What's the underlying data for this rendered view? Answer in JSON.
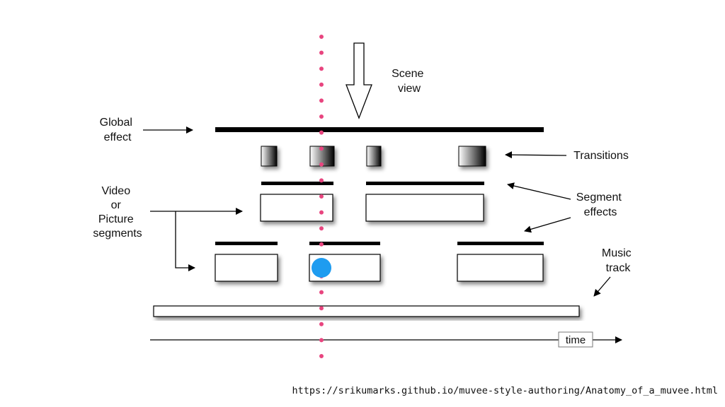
{
  "labels": {
    "scene_view": [
      "Scene",
      "view"
    ],
    "global_effect": [
      "Global",
      "effect"
    ],
    "transitions": "Transitions",
    "video_segments": [
      "Video",
      "or",
      "Picture",
      "segments"
    ],
    "segment_effects": [
      "Segment",
      "effects"
    ],
    "music_track": [
      "Music",
      "track"
    ],
    "time": "time"
  },
  "footer_url": "https://srikumarks.github.io/muvee-style-authoring/Anatomy_of_a_muvee.html",
  "colors": {
    "playhead": "#e8457f",
    "marker": "#1e9cf0",
    "bars": "#000000"
  }
}
